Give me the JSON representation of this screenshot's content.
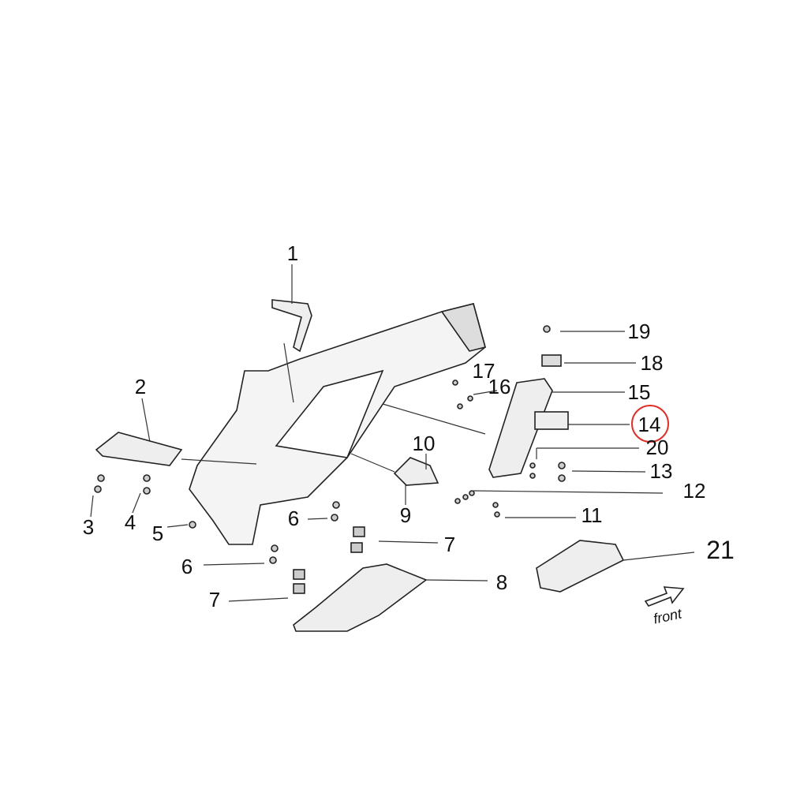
{
  "diagram": {
    "callouts": [
      {
        "id": "c1",
        "text": "1"
      },
      {
        "id": "c2",
        "text": "2"
      },
      {
        "id": "c3",
        "text": "3"
      },
      {
        "id": "c4",
        "text": "4"
      },
      {
        "id": "c5",
        "text": "5"
      },
      {
        "id": "c6a",
        "text": "6"
      },
      {
        "id": "c6b",
        "text": "6"
      },
      {
        "id": "c7a",
        "text": "7"
      },
      {
        "id": "c7b",
        "text": "7"
      },
      {
        "id": "c8",
        "text": "8"
      },
      {
        "id": "c9",
        "text": "9"
      },
      {
        "id": "c10",
        "text": "10"
      },
      {
        "id": "c11",
        "text": "11"
      },
      {
        "id": "c12",
        "text": "12"
      },
      {
        "id": "c13",
        "text": "13"
      },
      {
        "id": "c14",
        "text": "14"
      },
      {
        "id": "c15",
        "text": "15"
      },
      {
        "id": "c16",
        "text": "16"
      },
      {
        "id": "c17",
        "text": "17"
      },
      {
        "id": "c18",
        "text": "18"
      },
      {
        "id": "c19",
        "text": "19"
      },
      {
        "id": "c20",
        "text": "20"
      },
      {
        "id": "c21",
        "text": "21"
      }
    ],
    "highlighted_callout": "14",
    "highlight_color": "#e0312b",
    "direction_label": "front"
  }
}
